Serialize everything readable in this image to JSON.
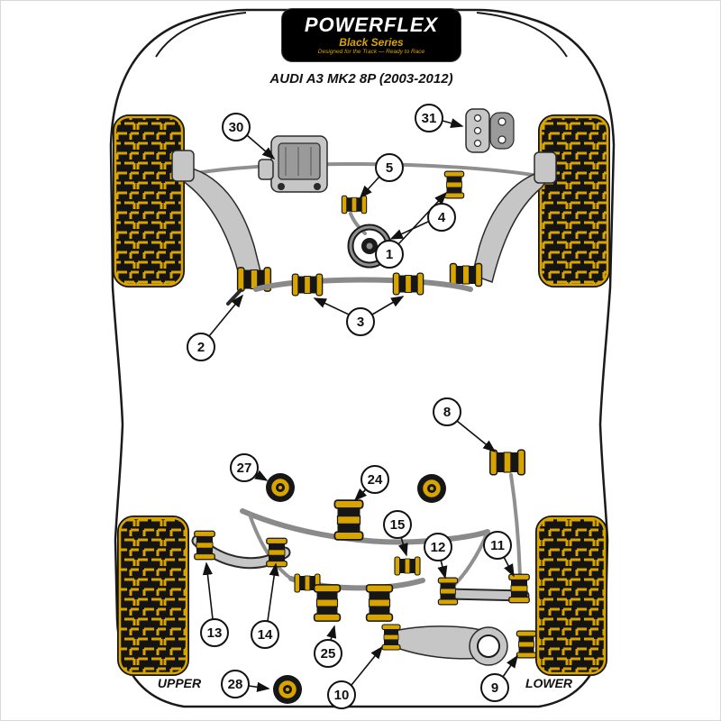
{
  "page": {
    "background": "#ffffff",
    "frame_color": "#d8d8d8"
  },
  "logo": {
    "brand": "POWERFLEX",
    "series": "Black Series",
    "tagline": "Designed for the Track — Ready to Race",
    "colors": {
      "background": "#000000",
      "brand_text": "#ffffff",
      "accent_gold": "#d8a400"
    }
  },
  "title": "AUDI A3 MK2 8P (2003-2012)",
  "diagram": {
    "area_labels": {
      "upper": "UPPER",
      "lower": "LOWER"
    },
    "colors": {
      "bushing_yellow": "#d8a400",
      "metal_gray": "#c6c6c6",
      "outline_black": "#1a1a1a",
      "tire_black": "#141414"
    },
    "callouts": [
      {
        "number": "30"
      },
      {
        "number": "31"
      },
      {
        "number": "5"
      },
      {
        "number": "4"
      },
      {
        "number": "1"
      },
      {
        "number": "2"
      },
      {
        "number": "3"
      },
      {
        "number": "8"
      },
      {
        "number": "27"
      },
      {
        "number": "24"
      },
      {
        "number": "15"
      },
      {
        "number": "12"
      },
      {
        "number": "11"
      },
      {
        "number": "13"
      },
      {
        "number": "14"
      },
      {
        "number": "25"
      },
      {
        "number": "10"
      },
      {
        "number": "28"
      },
      {
        "number": "9"
      }
    ]
  }
}
